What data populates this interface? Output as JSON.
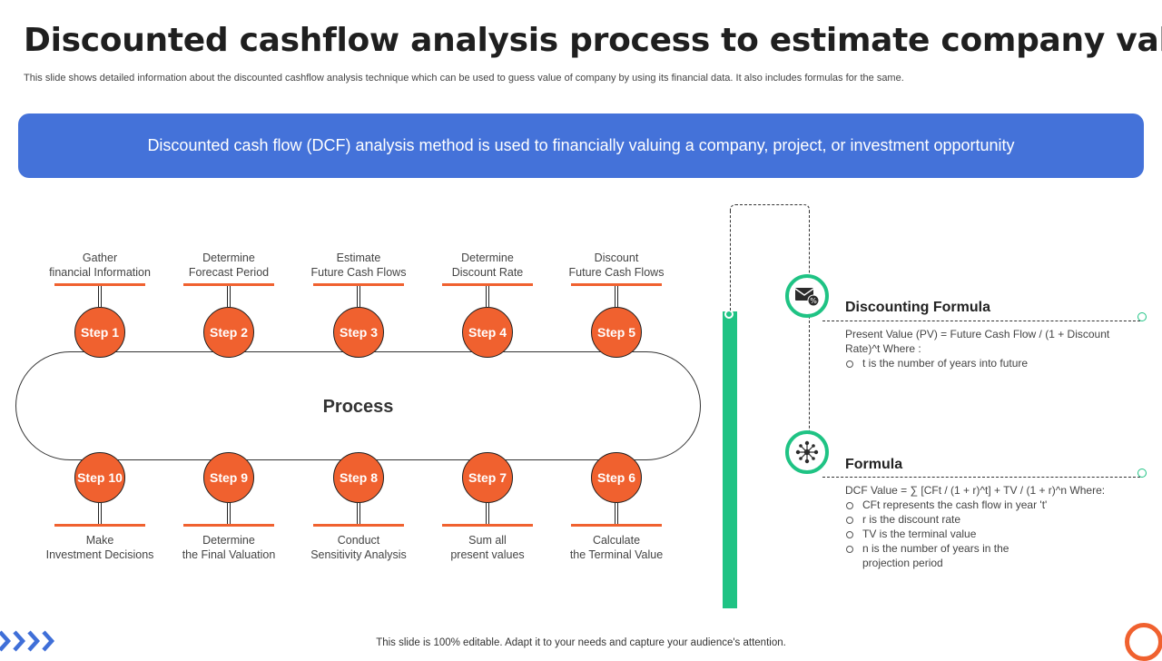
{
  "header": {
    "title": "Discounted cashflow analysis process to estimate company value",
    "subtitle": "This slide shows detailed information about the discounted cashflow analysis technique which can be used to guess value of company by using its financial data. It also includes formulas for the same."
  },
  "banner": {
    "text": "Discounted cash flow (DCF) analysis method is used to financially valuing a company, project, or investment opportunity"
  },
  "process": {
    "label": "Process",
    "top_steps": [
      {
        "step": "Step 1",
        "line1": "Gather",
        "line2": "financial Information"
      },
      {
        "step": "Step 2",
        "line1": "Determine",
        "line2": "Forecast Period"
      },
      {
        "step": "Step 3",
        "line1": "Estimate",
        "line2": "Future Cash Flows"
      },
      {
        "step": "Step 4",
        "line1": "Determine",
        "line2": "Discount Rate"
      },
      {
        "step": "Step 5",
        "line1": "Discount",
        "line2": "Future Cash Flows"
      }
    ],
    "bottom_steps": [
      {
        "step": "Step 10",
        "line1": "Make",
        "line2": "Investment Decisions"
      },
      {
        "step": "Step 9",
        "line1": "Determine",
        "line2": "the Final Valuation"
      },
      {
        "step": "Step 8",
        "line1": "Conduct",
        "line2": "Sensitivity Analysis"
      },
      {
        "step": "Step 7",
        "line1": "Sum all",
        "line2": "present values"
      },
      {
        "step": "Step 6",
        "line1": "Calculate",
        "line2": "the Terminal Value"
      }
    ]
  },
  "formulas": {
    "discounting": {
      "title": "Discounting Formula",
      "text": "Present Value (PV) = Future Cash Flow / (1 + Discount Rate)^t  Where :",
      "bullets": [
        "t is the number of years into future"
      ],
      "icon": "envelope-percent-icon"
    },
    "dcf": {
      "title": "Formula",
      "text": "DCF Value = ∑ [CFt / (1 + r)^t]  + TV / (1 + r)^n  Where:",
      "bullets": [
        "CFt represents the cash flow in year 't'",
        "r is the discount rate",
        "TV is the terminal value",
        "n is the number of years in the projection period"
      ],
      "icon": "network-nodes-icon"
    }
  },
  "footer": {
    "text": "This slide is 100% editable. Adapt it to your needs and capture your audience's attention."
  },
  "colors": {
    "accent_orange": "#f0612f",
    "banner_blue": "#4472d9",
    "accent_green": "#1fc384"
  }
}
